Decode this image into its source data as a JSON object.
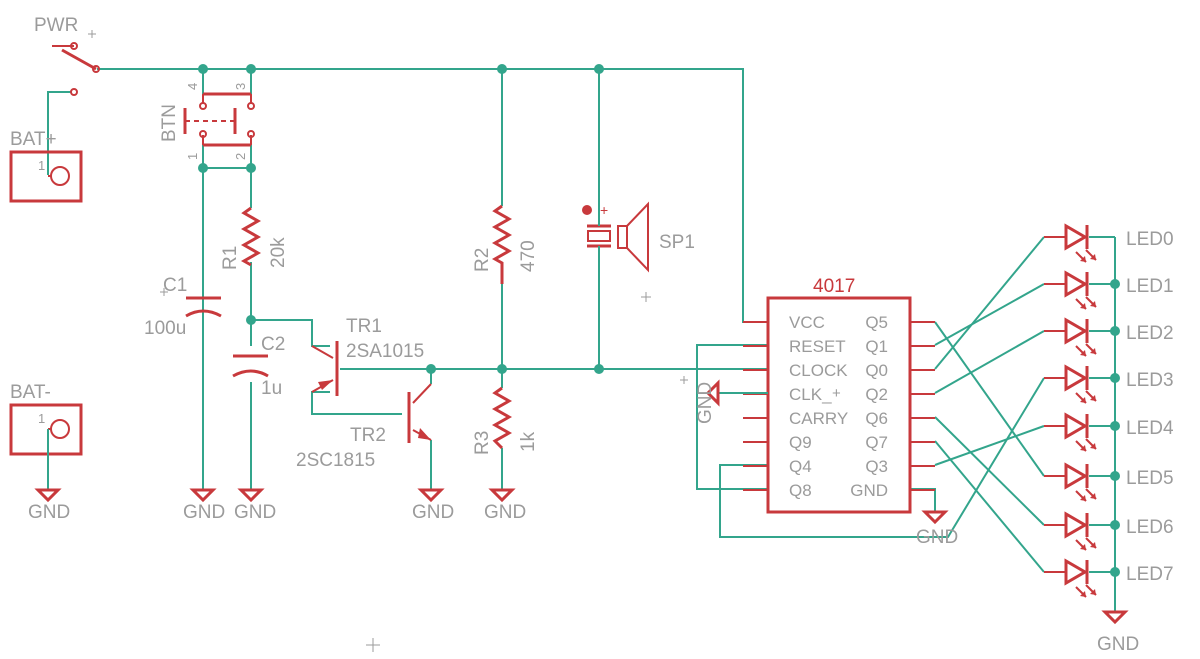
{
  "labels": {
    "pwr": "PWR",
    "bat_plus": "BAT+",
    "bat_minus": "BAT-",
    "btn": "BTN",
    "c1": "C1",
    "c1_value": "100u",
    "c2": "C2",
    "c2_value": "1u",
    "r1": "R1",
    "r1_value": "20k",
    "r2": "R2",
    "r2_value": "470",
    "r3": "R3",
    "r3_value": "1k",
    "tr1": "TR1",
    "tr1_part": "2SA1015",
    "tr2": "TR2",
    "tr2_part": "2SC1815",
    "sp1": "SP1",
    "ic_title": "4017",
    "gnd": "GND",
    "pin_1": "1",
    "pin_2": "2",
    "pin_3": "3",
    "pin_4": "4",
    "pin_plus": "+"
  },
  "ic_pins_left": [
    "VCC",
    "RESET",
    "CLOCK",
    "CLK_",
    "CARRY",
    "Q9",
    "Q4",
    "Q8"
  ],
  "ic_pins_right": [
    "Q5",
    "Q1",
    "Q0",
    "Q2",
    "Q6",
    "Q7",
    "Q3",
    "GND"
  ],
  "leds": [
    "LED0",
    "LED1",
    "LED2",
    "LED3",
    "LED4",
    "LED5",
    "LED6",
    "LED7"
  ],
  "colors": {
    "wire": "#33a58c",
    "symbol": "#c8393c",
    "label": "#9b9b9b"
  }
}
